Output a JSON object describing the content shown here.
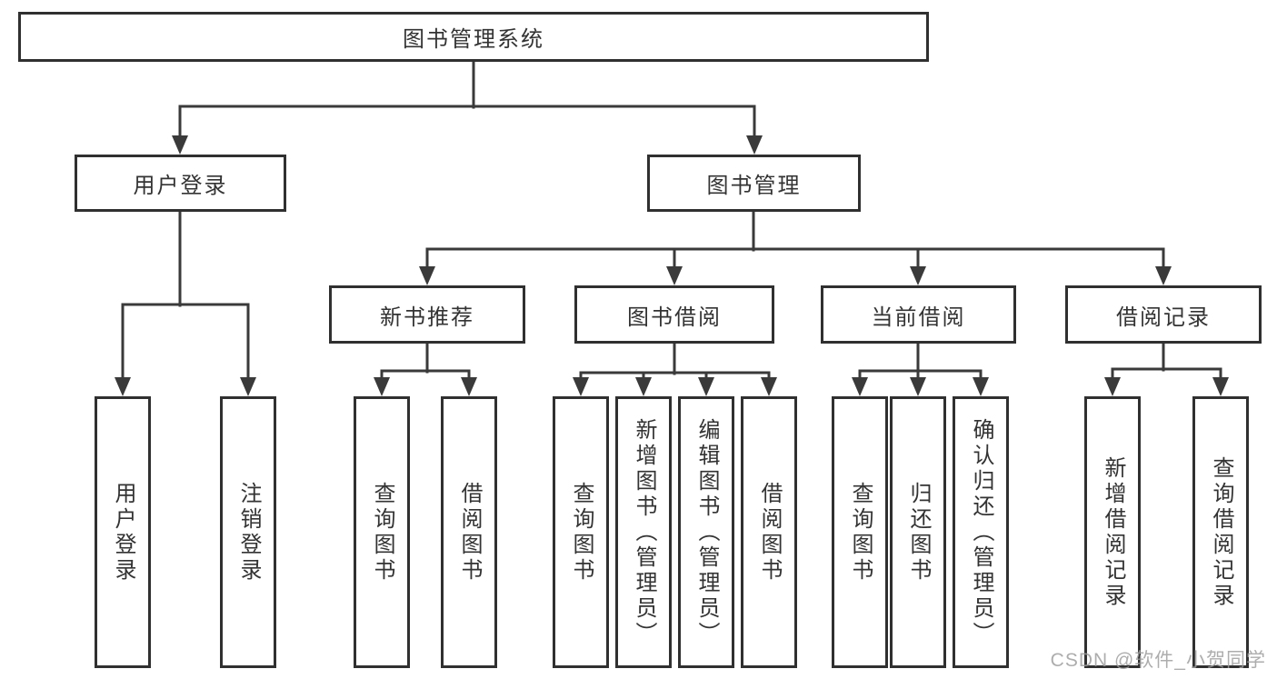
{
  "tree": {
    "root": {
      "label": "图书管理系统"
    },
    "branches": [
      {
        "label": "用户登录",
        "children": [
          {
            "label": "用户登录"
          },
          {
            "label": "注销登录"
          }
        ]
      },
      {
        "label": "图书管理",
        "children": [
          {
            "label": "新书推荐",
            "children": [
              {
                "label": "查询图书"
              },
              {
                "label": "借阅图书"
              }
            ]
          },
          {
            "label": "图书借阅",
            "children": [
              {
                "label": "查询图书"
              },
              {
                "label": "新增图书（管理员）"
              },
              {
                "label": "编辑图书（管理员）"
              },
              {
                "label": "借阅图书"
              }
            ]
          },
          {
            "label": "当前借阅",
            "children": [
              {
                "label": "查询图书"
              },
              {
                "label": "归还图书"
              },
              {
                "label": "确认归还（管理员）"
              }
            ]
          },
          {
            "label": "借阅记录",
            "children": [
              {
                "label": "新增借阅记录"
              },
              {
                "label": "查询借阅记录"
              }
            ]
          }
        ]
      }
    ]
  },
  "watermark": {
    "text": "CSDN @软件_小贺同学"
  },
  "colors": {
    "line": "#3a3a3a",
    "box_border": "#303030",
    "text": "#333333",
    "watermark": "#9f9f9f",
    "background": "#ffffff"
  }
}
